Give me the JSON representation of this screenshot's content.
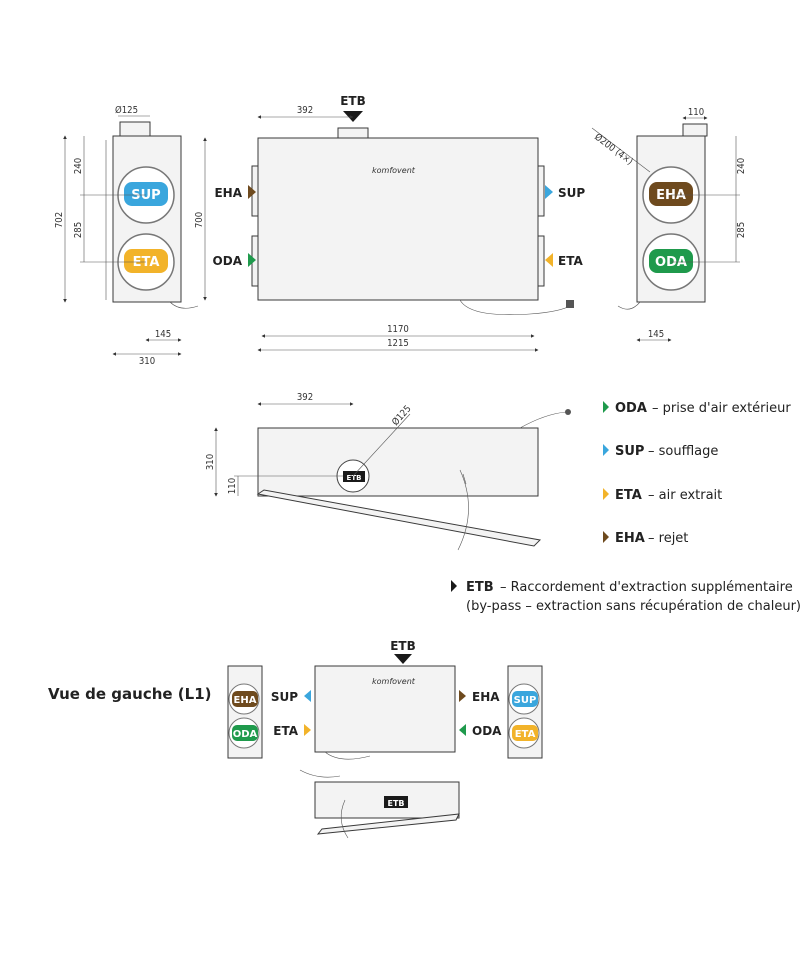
{
  "colors": {
    "sup": "#3aa6dd",
    "eta": "#f2b32a",
    "eha": "#6e4a1e",
    "oda": "#1f9a4c",
    "etb": "#1a1a1a"
  },
  "ports": {
    "sup": "SUP",
    "eta": "ETA",
    "eha": "EHA",
    "oda": "ODA",
    "etb": "ETB"
  },
  "brand": "komfovent",
  "dims": {
    "d125_top": "Ø125",
    "d200": "Ø200 (4×)",
    "d125_bypass": "Ø125",
    "h702": "702",
    "h700": "700",
    "h240_left": "240",
    "h285_left": "285",
    "h240_right": "240",
    "h285_right": "285",
    "w392_front": "392",
    "w110_top": "110",
    "w145_left": "145",
    "w310_left": "310",
    "w1170": "1170",
    "w1215": "1215",
    "w145_right": "145",
    "w392_top": "392",
    "h310": "310",
    "h110": "110"
  },
  "legend": [
    {
      "code": "ODA",
      "text": "– prise d'air extérieur"
    },
    {
      "code": "SUP",
      "text": "– soufflage"
    },
    {
      "code": "ETA",
      "text": "– air extrait"
    },
    {
      "code": "EHA",
      "text": "– rejet"
    }
  ],
  "etb_note": {
    "code": "ETB",
    "line1": "– Raccordement d'extraction supplémentaire",
    "line2": "(by-pass – extraction sans récupération de chaleur)"
  },
  "left_view_title": "Vue de gauche (L1)"
}
